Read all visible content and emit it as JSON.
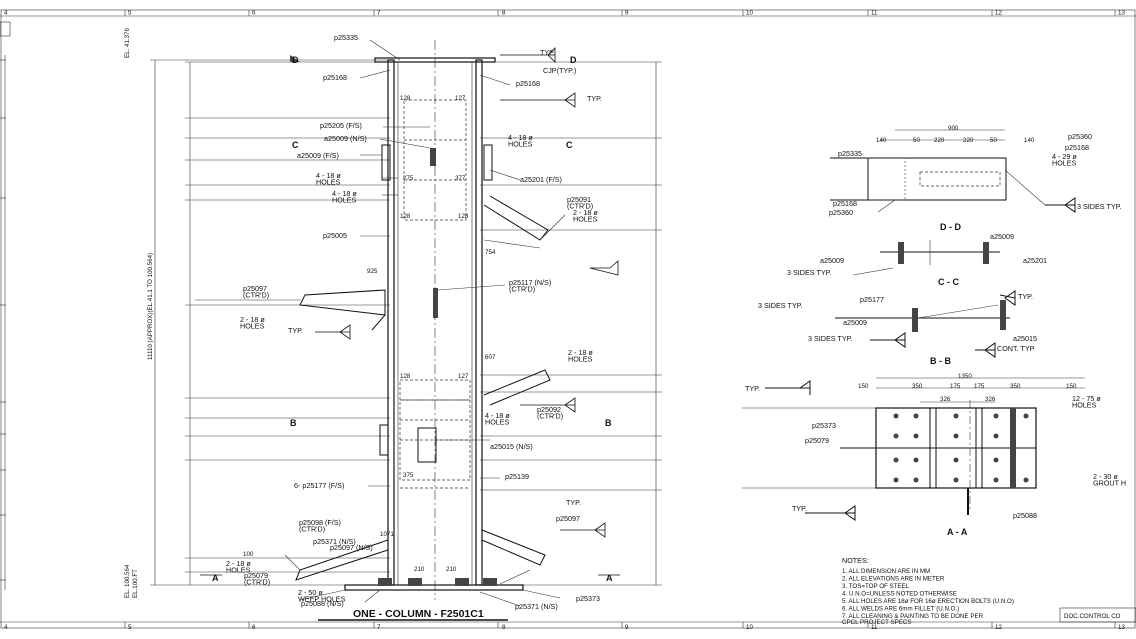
{
  "sheet": {
    "grid_numbers": [
      "4",
      "5",
      "6",
      "7",
      "8",
      "9",
      "10",
      "11",
      "12",
      "13"
    ],
    "doc_control": "DOC.CONTROL CO"
  },
  "column": {
    "title": "ONE - COLUMN - F2501C1",
    "elevation_top": "EL. 41.376",
    "elevation_bottom": "EL. 100.564",
    "elevation_bottom2": "EL.100.FT",
    "overall_dim": "11110 (APPROX)(EL.41.1 TO 100.564)",
    "labels": {
      "p25335": "p25335",
      "p25168a": "p25168",
      "p25168b": "p25168",
      "cjp": "CJP(TYP.)",
      "typ1": "TYP.",
      "typ2": "TYP.",
      "p25205": "p25205 (F/S)",
      "a25009ns": "a25009 (N/S)",
      "a25009fs": "a25009 (F/S)",
      "holes1": "4 - 18 ø\nHOLES",
      "holes2": "4 - 18 ø\nHOLES",
      "holes3": "4 - 18 ø\nHOLES",
      "a25201": "a25201 (F/S)",
      "p25091": "p25091\n(CTR'D)",
      "holes18a": "2 - 18 ø\nHOLES",
      "p25005": "p25005",
      "p25117": "p25117 (N/S)\n(CTR'D)",
      "p25097a": "p25097\n(CTR'D)",
      "holes18b": "2 - 18 ø\nHOLES",
      "typ3": "TYP.",
      "holes18c": "2 - 18 ø\nHOLES",
      "p25092": "p25092\n(CTR'D)",
      "holes4": "4 - 18 ø\nHOLES",
      "a25015": "a25015 (N/S)",
      "p25139": "p25139",
      "p25177": "6- p25177 (F/S)",
      "p25097b": "p25097",
      "typ4": "TYP.",
      "p25098": "p25098 (F/S)\n(CTR'D)",
      "p25371a": "p25371 (N/S)",
      "p25097c": "p25097 (N/S)",
      "holes18d": "2 - 18 ø\nHOLES",
      "p25079": "p25079\n(CTR'D)",
      "weep": "2 - 50 ø\nWEEP HOLES",
      "p25088": "p25088 (N/S)",
      "p25371b": "p25371 (N/S)",
      "p25373": "p25373",
      "d1": "128",
      "d2": "127",
      "d3": "275",
      "d4": "377",
      "d5": "128",
      "d6": "128",
      "d7": "925",
      "d8": "754",
      "d9": "607",
      "d10": "128",
      "d11": "127",
      "d12": "375",
      "d13": "1071",
      "d14": "210",
      "d15": "210",
      "d16": "100"
    }
  },
  "section_dd": {
    "title": "D - D",
    "dims": [
      "900",
      "140",
      "220",
      "220",
      "140",
      "50",
      "50"
    ],
    "labels": [
      "p25360",
      "p25168",
      "4 - 29 ø\nHOLES",
      "p25335",
      "p25168",
      "p25360",
      "3 SIDES TYP."
    ]
  },
  "section_cc": {
    "title": "C - C",
    "labels": [
      "a25009",
      "a25009",
      "a25201",
      "3 SIDES TYP."
    ]
  },
  "section_bb": {
    "title": "B - B",
    "labels": [
      "3 SIDES TYP.",
      "p25177",
      "a25009",
      "3 SIDES TYP.",
      "TYP.",
      "a25015",
      "CONT. TYP"
    ]
  },
  "section_aa": {
    "title": "A - A",
    "dims_top": [
      "1350",
      "150",
      "350",
      "175",
      "175",
      "350",
      "150"
    ],
    "dims_mid": [
      "326",
      "326"
    ],
    "labels": [
      "TYP.",
      "p25373",
      "p25079",
      "12 - 75 ø\nHOLES",
      "2 - 30 ø\nGROUT H",
      "p25088",
      "TYP."
    ]
  },
  "notes": {
    "heading": "NOTES:",
    "items": [
      "1. ALL DIMENSION ARE IN MM",
      "2. ALL ELEVATIONS ARE IN METER",
      "3. TOS=TOP OF STEEL",
      "4. U.N.O=UNLESS NOTED OTHERWISE",
      "5. ALL HOLES ARE 18ø FOR 16ø ERECTION BOLTS (U.N.O)",
      "6. ALL WELDS ARE 6mm FILLET (U.N.O.)",
      "7. ALL CLEANING & PAINTING TO BE DONE PER",
      "    CPCL PROJECT SPECS"
    ]
  },
  "section_marks": [
    "D",
    "D",
    "C",
    "C",
    "B",
    "B",
    "A",
    "A"
  ]
}
